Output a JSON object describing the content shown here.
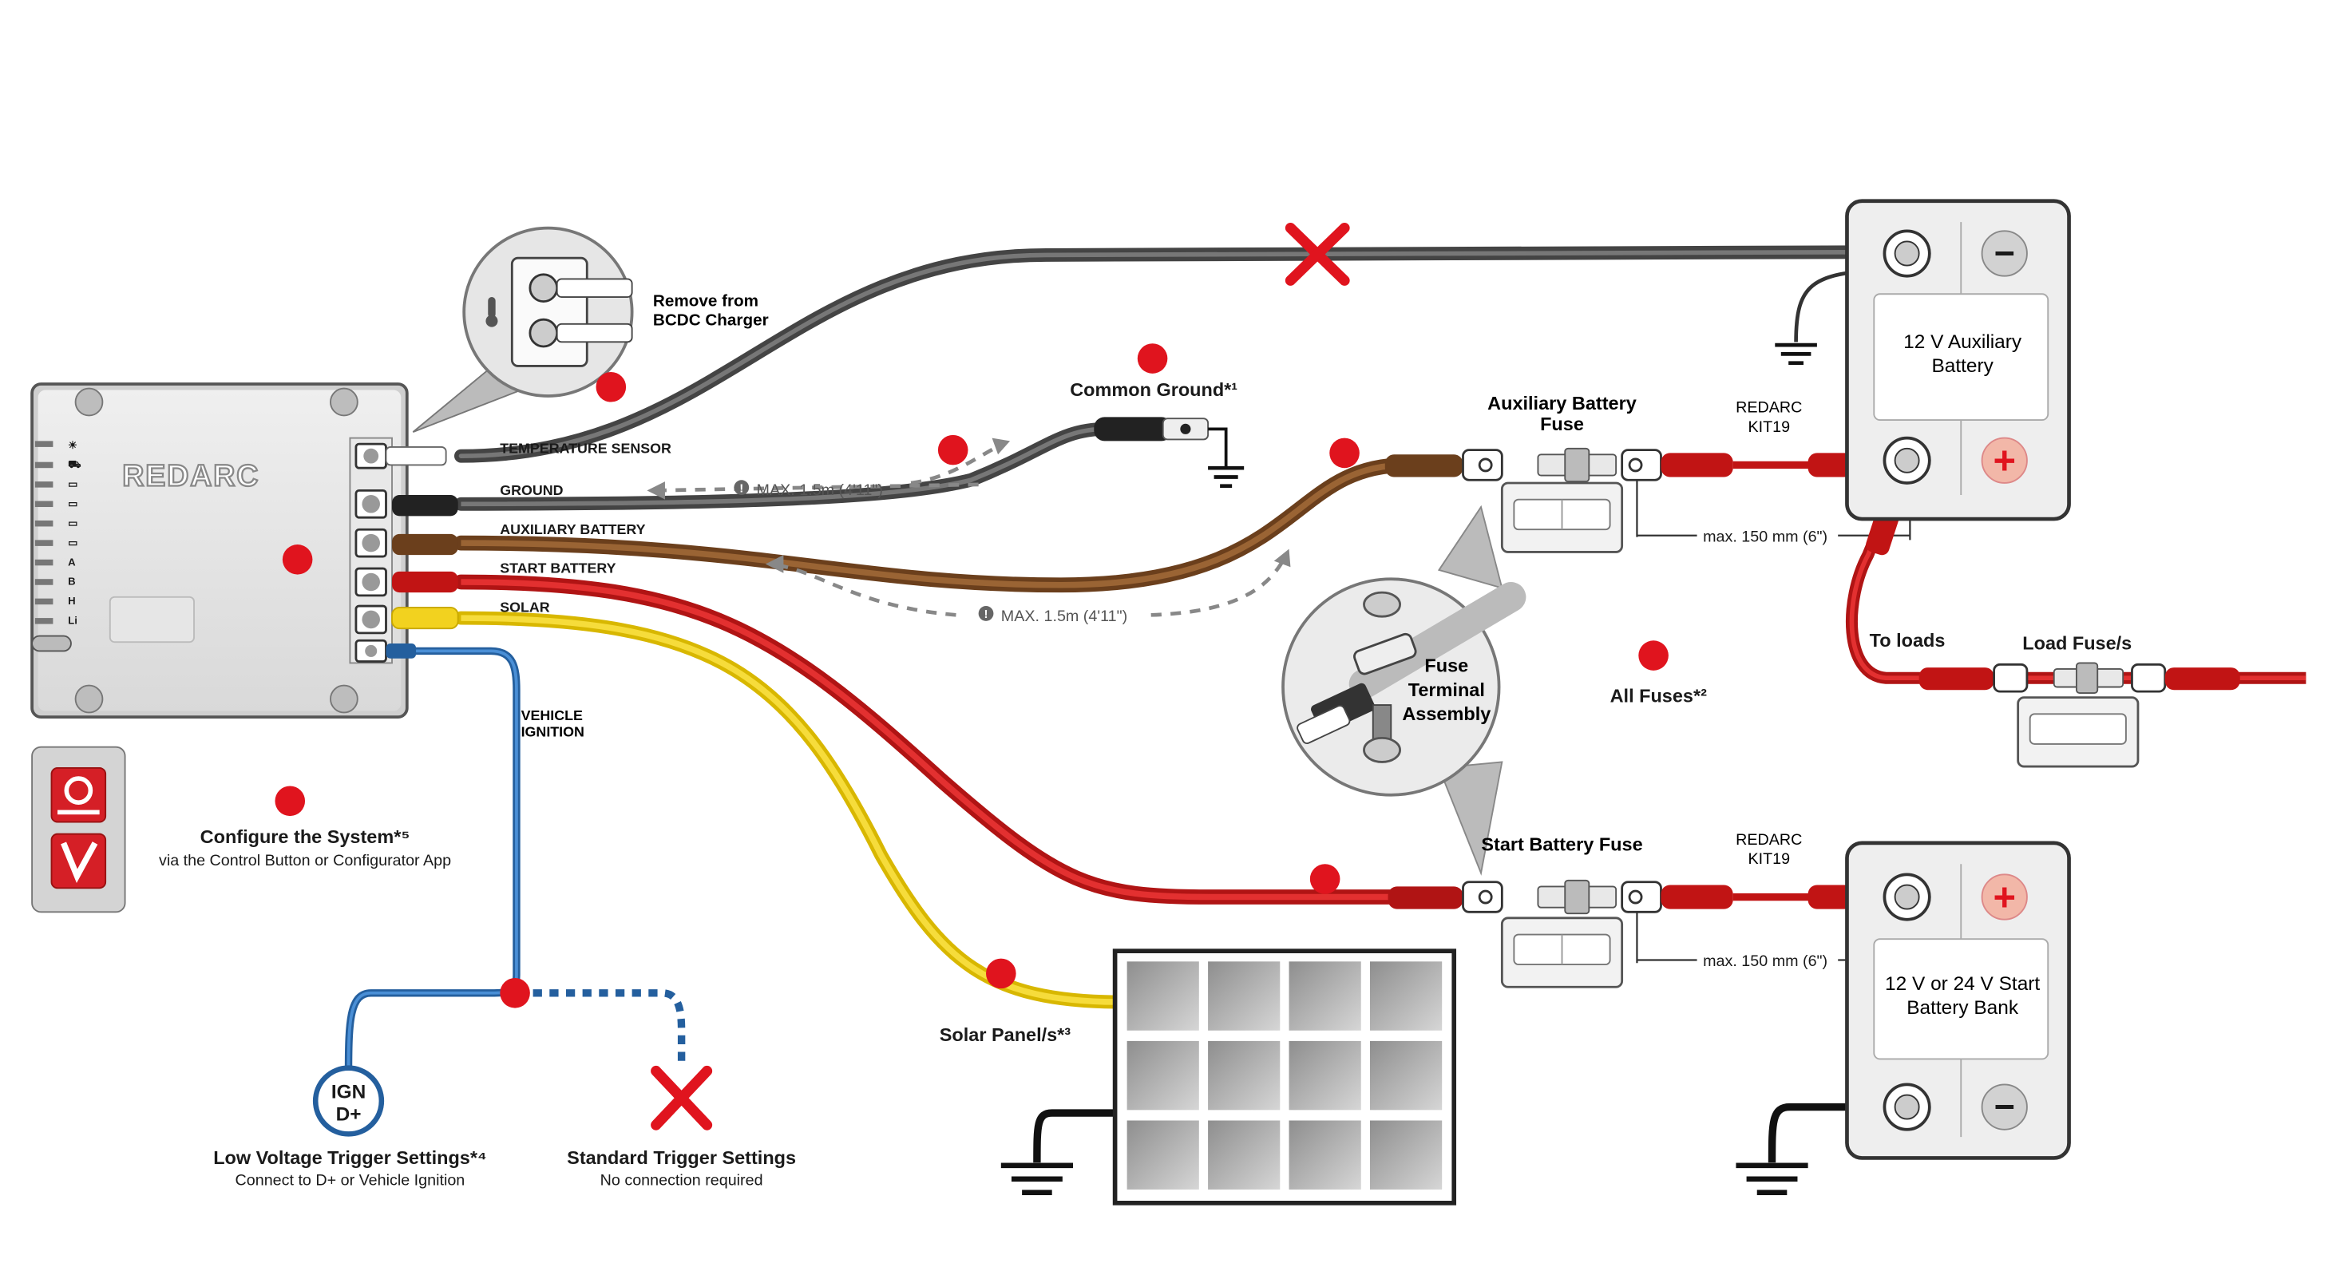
{
  "charger": {
    "brand": "REDARC",
    "wires": {
      "temperature": "TEMPERATURE SENSOR",
      "ground": "GROUND",
      "aux": "AUXILIARY BATTERY",
      "start": "START BATTERY",
      "solar": "SOLAR",
      "vehicle_ignition": "VEHICLE IGNITION"
    },
    "side_leds": [
      "☀",
      "⛟",
      "▭",
      "▭",
      "▭",
      "▭",
      "A",
      "B",
      "H",
      "Li"
    ]
  },
  "callouts": {
    "remove": "Remove from BCDC Charger",
    "common_ground": "Common Ground*¹",
    "max_top": "MAX. 1.5m (4'11\")",
    "max_bottom": "MAX. 1.5m (4'11\")",
    "configure_title": "Configure the System*⁵",
    "configure_sub": "via the Control Button or Configurator App",
    "low_voltage_title": "Low Voltage Trigger Settings*⁴",
    "low_voltage_sub": "Connect to D+ or Vehicle Ignition",
    "standard_title": "Standard Trigger Settings",
    "standard_sub": "No connection required",
    "ign_line1": "IGN",
    "ign_line2": "D+",
    "solar_panel": "Solar Panel/s*³",
    "all_fuses": "All Fuses*²",
    "fuse_assembly": "Fuse Terminal Assembly",
    "to_loads": "To loads",
    "load_fuse": "Load Fuse/s",
    "aux_fuse": "Auxiliary Battery Fuse",
    "start_fuse": "Start Battery Fuse",
    "kit_top": "REDARC KIT19",
    "kit_bottom": "REDARC KIT19",
    "max_150_top": "max. 150 mm (6\")",
    "max_150_bottom": "max. 150 mm (6\")",
    "aux_battery": "12 V Auxiliary Battery",
    "start_battery": "12 V or 24 V Start Battery Bank",
    "minus": "−",
    "plus": "+"
  },
  "colors": {
    "ground_wire": "#4a4a4a",
    "aux_wire": "#7a4a22",
    "start_wire": "#d01c1c",
    "solar_wire": "#f2d21f",
    "ignition_wire": "#2f6fb7",
    "marker": "#e0141e",
    "cross": "#e0141e"
  },
  "icons": [
    "temperature-icon",
    "redarc-gear-app-icon",
    "redarc-v-app-icon",
    "ground-symbol-icon",
    "cross-icon",
    "fuse-icon"
  ]
}
